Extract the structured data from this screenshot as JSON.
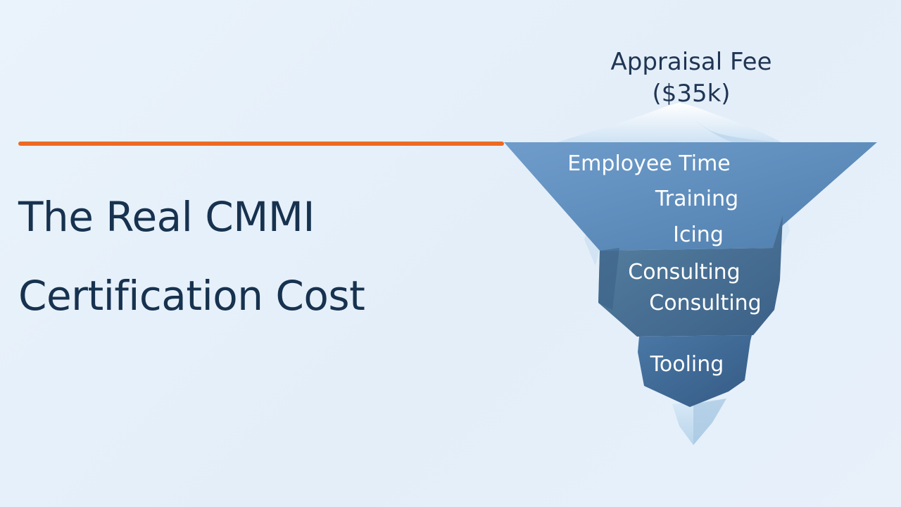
{
  "title": {
    "line1": "The Real CMMI",
    "line2": "Certification Cost"
  },
  "iceberg": {
    "tip_label": "Appraisal Fee",
    "tip_value": "($35k)",
    "layers": [
      "Employee Time",
      "Training",
      "Icing",
      "Consulting",
      "Consulting",
      "Tooling"
    ]
  },
  "colors": {
    "background": "#e6f0fa",
    "accent": "#ec6a21",
    "title": "#17324f",
    "layer_1": "#5f8fbe",
    "layer_2": "#48709a",
    "layer_3": "#3d6591",
    "ice": "#dfeefa"
  }
}
